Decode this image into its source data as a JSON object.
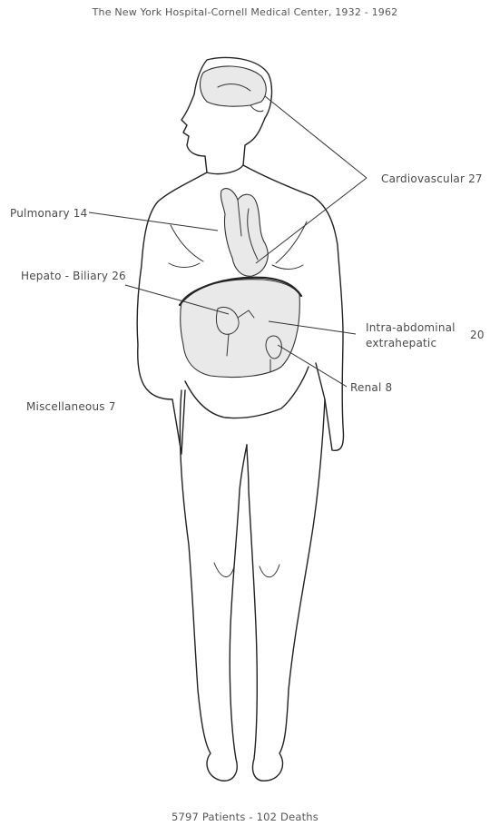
{
  "title": "The New York Hospital-Cornell Medical Center, 1932 - 1962",
  "labels": {
    "cardiovascular": "Cardiovascular 27",
    "pulmonary": "Pulmonary 14",
    "hepato_biliary": "Hepato - Biliary 26",
    "intra_abdominal_line1": "Intra-abdominal",
    "intra_abdominal_line2": "extrahepatic",
    "intra_abdominal_count": "20",
    "renal": "Renal 8",
    "miscellaneous": "Miscellaneous 7"
  },
  "footer": "5797 Patients  -  102 Deaths"
}
